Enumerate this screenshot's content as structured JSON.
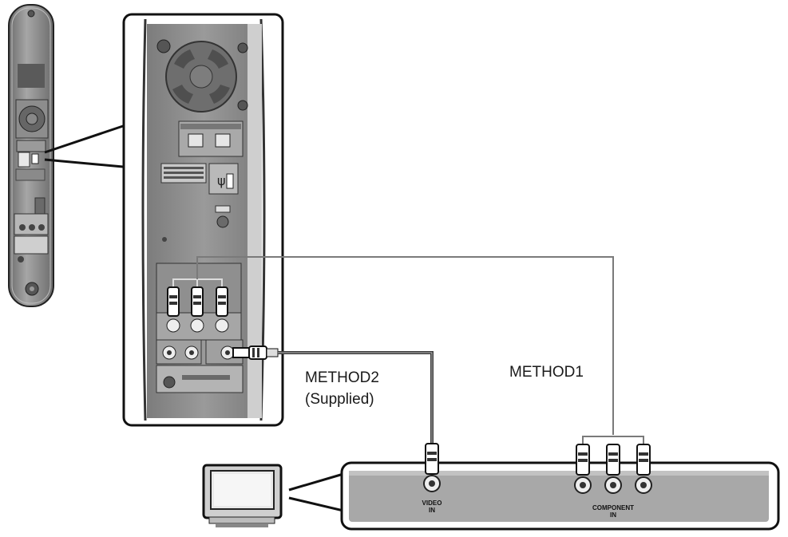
{
  "labels": {
    "method2": "METHOD2",
    "method2_note": "(Supplied)",
    "method1": "METHOD1",
    "video_in_line1": "VIDEO",
    "video_in_line2": "IN",
    "component_in_line1": "COMPONENT",
    "component_in_line2": "IN"
  },
  "colors": {
    "panel": "#8a8a8a",
    "panel_dark": "#5e5e5e",
    "outline": "#111111",
    "cable": "#7a7a7a",
    "tv_strip": "#a8a8a8"
  }
}
